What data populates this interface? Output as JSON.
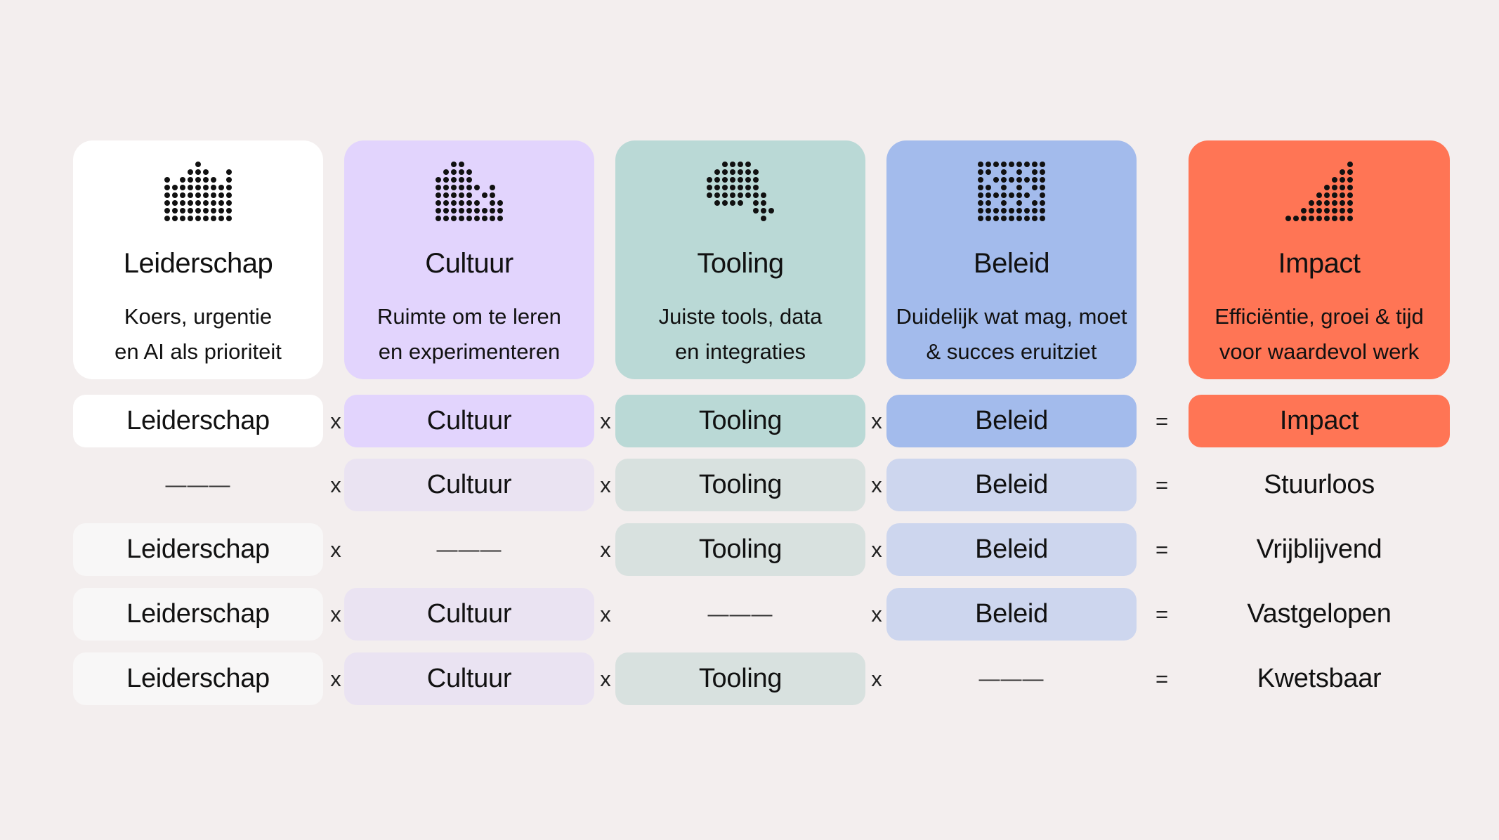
{
  "colors": {
    "background": "#f3eeee",
    "leiderschap": "#ffffff",
    "cultuur": "#e2d4fd",
    "tooling": "#bad9d6",
    "beleid": "#a3bbec",
    "impact": "#ff7555",
    "leiderschap_light": "#f8f7f7",
    "cultuur_light": "#eae3f2",
    "tooling_light": "#d8e1df",
    "beleid_light": "#cdd6ee"
  },
  "cards": [
    {
      "icon": "leiderschap-dots-icon",
      "title": "Leiderschap",
      "desc_line1": "Koers, urgentie",
      "desc_line2": "en AI als prioriteit"
    },
    {
      "icon": "cultuur-dots-icon",
      "title": "Cultuur",
      "desc_line1": "Ruimte om te leren",
      "desc_line2": "en experimenteren"
    },
    {
      "icon": "tooling-dots-icon",
      "title": "Tooling",
      "desc_line1": "Juiste tools, data",
      "desc_line2": "en integraties"
    },
    {
      "icon": "beleid-dots-icon",
      "title": "Beleid",
      "desc_line1": "Duidelijk wat mag, moet",
      "desc_line2": "& succes eruitziet"
    },
    {
      "icon": "impact-dots-icon",
      "title": "Impact",
      "desc_line1": "Efficiëntie, groei & tijd",
      "desc_line2": "voor waardevol werk"
    }
  ],
  "operators": {
    "times": "x",
    "equals": "="
  },
  "blank": "———",
  "rows": [
    {
      "c1": "Leiderschap",
      "c2": "Cultuur",
      "c3": "Tooling",
      "c4": "Beleid",
      "result": "Impact"
    },
    {
      "c1": "———",
      "c2": "Cultuur",
      "c3": "Tooling",
      "c4": "Beleid",
      "result": "Stuurloos"
    },
    {
      "c1": "Leiderschap",
      "c2": "———",
      "c3": "Tooling",
      "c4": "Beleid",
      "result": "Vrijblijvend"
    },
    {
      "c1": "Leiderschap",
      "c2": "Cultuur",
      "c3": "———",
      "c4": "Beleid",
      "result": "Vastgelopen"
    },
    {
      "c1": "Leiderschap",
      "c2": "Cultuur",
      "c3": "Tooling",
      "c4": "———",
      "result": "Kwetsbaar"
    }
  ]
}
